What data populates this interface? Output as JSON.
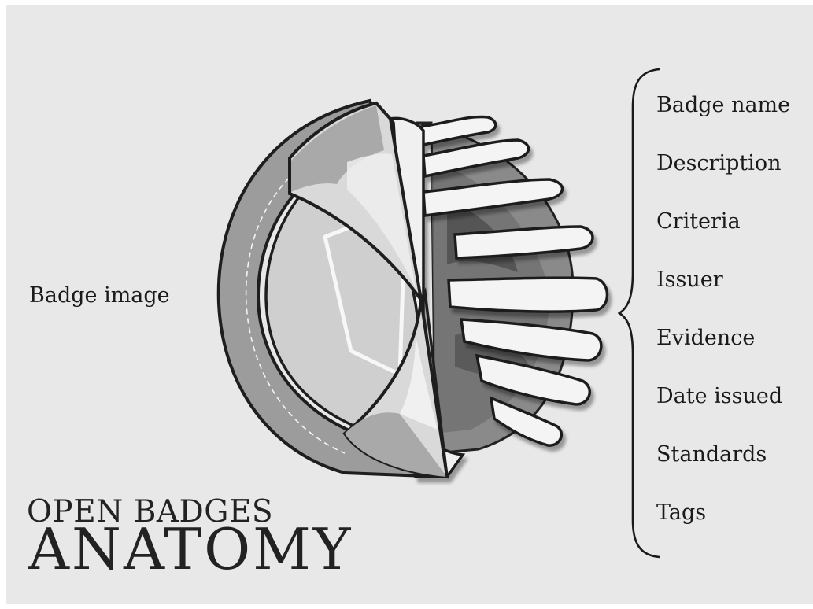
{
  "diagram": {
    "left_label": "Badge image",
    "title_line1": "OPEN BADGES",
    "title_line2": "ANATOMY",
    "fields": [
      "Badge name",
      "Description",
      "Criteria",
      "Issuer",
      "Evidence",
      "Date issued",
      "Standards",
      "Tags"
    ]
  }
}
